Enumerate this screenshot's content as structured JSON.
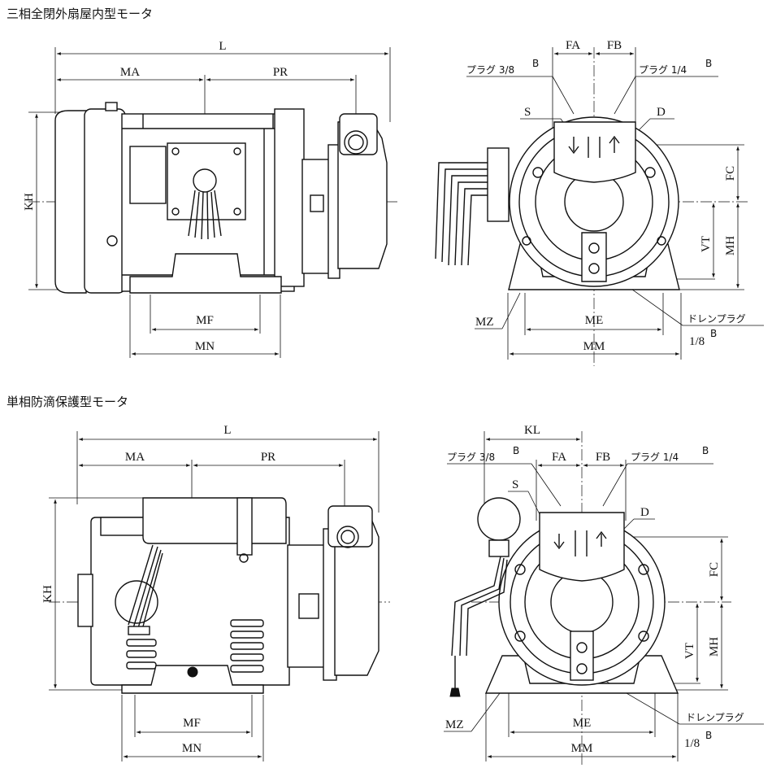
{
  "titles": {
    "three_phase": "三相全閉外扇屋内型モータ",
    "single_phase": "単相防滴保護型モータ"
  },
  "dims": {
    "L": "L",
    "MA": "MA",
    "PR": "PR",
    "KH": "KH",
    "MF": "MF",
    "MN": "MN",
    "FA": "FA",
    "FB": "FB",
    "S": "S",
    "D": "D",
    "FC": "FC",
    "MH": "MH",
    "VT": "VT",
    "MZ": "MZ",
    "ME": "ME",
    "MM": "MM",
    "KL": "KL"
  },
  "notes": {
    "plug_38": "プラグ 3/8",
    "plug_14": "プラグ 1/4",
    "superscript": "B",
    "drain_plug": "ドレンプラグ",
    "drain_size": "1/8"
  }
}
